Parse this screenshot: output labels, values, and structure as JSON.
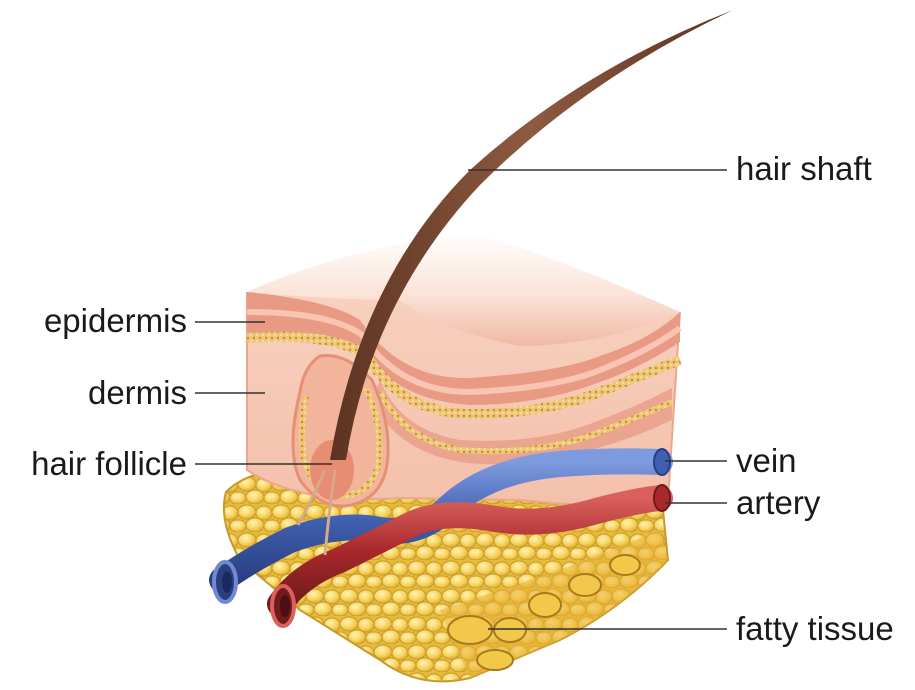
{
  "labels": {
    "hair_shaft": "hair shaft",
    "epidermis": "epidermis",
    "dermis": "dermis",
    "hair_follicle": "hair follicle",
    "vein": "vein",
    "artery": "artery",
    "fatty_tissue": "fatty tissue"
  },
  "colors": {
    "epidermis": "#e8a08a",
    "dermis": "#f6c9b6",
    "hair": "#7a4a32",
    "vein": "#3f5fb0",
    "artery": "#a8282c",
    "fat": "#f2cf50"
  }
}
